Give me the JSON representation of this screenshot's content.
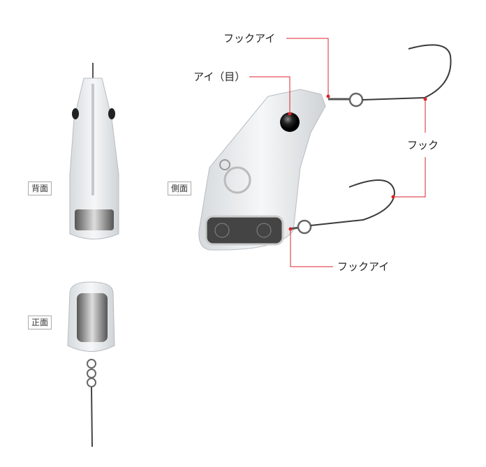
{
  "views": {
    "back": "背面",
    "side": "側面",
    "front": "正面"
  },
  "callouts": {
    "hook_eye_top": "フックアイ",
    "eye": "アイ（目）",
    "hook": "フック",
    "hook_eye_bottom": "フックアイ"
  },
  "colors": {
    "leader": "#d9262c",
    "hook": "#3a3a3a",
    "body": "#e6e9ec"
  }
}
